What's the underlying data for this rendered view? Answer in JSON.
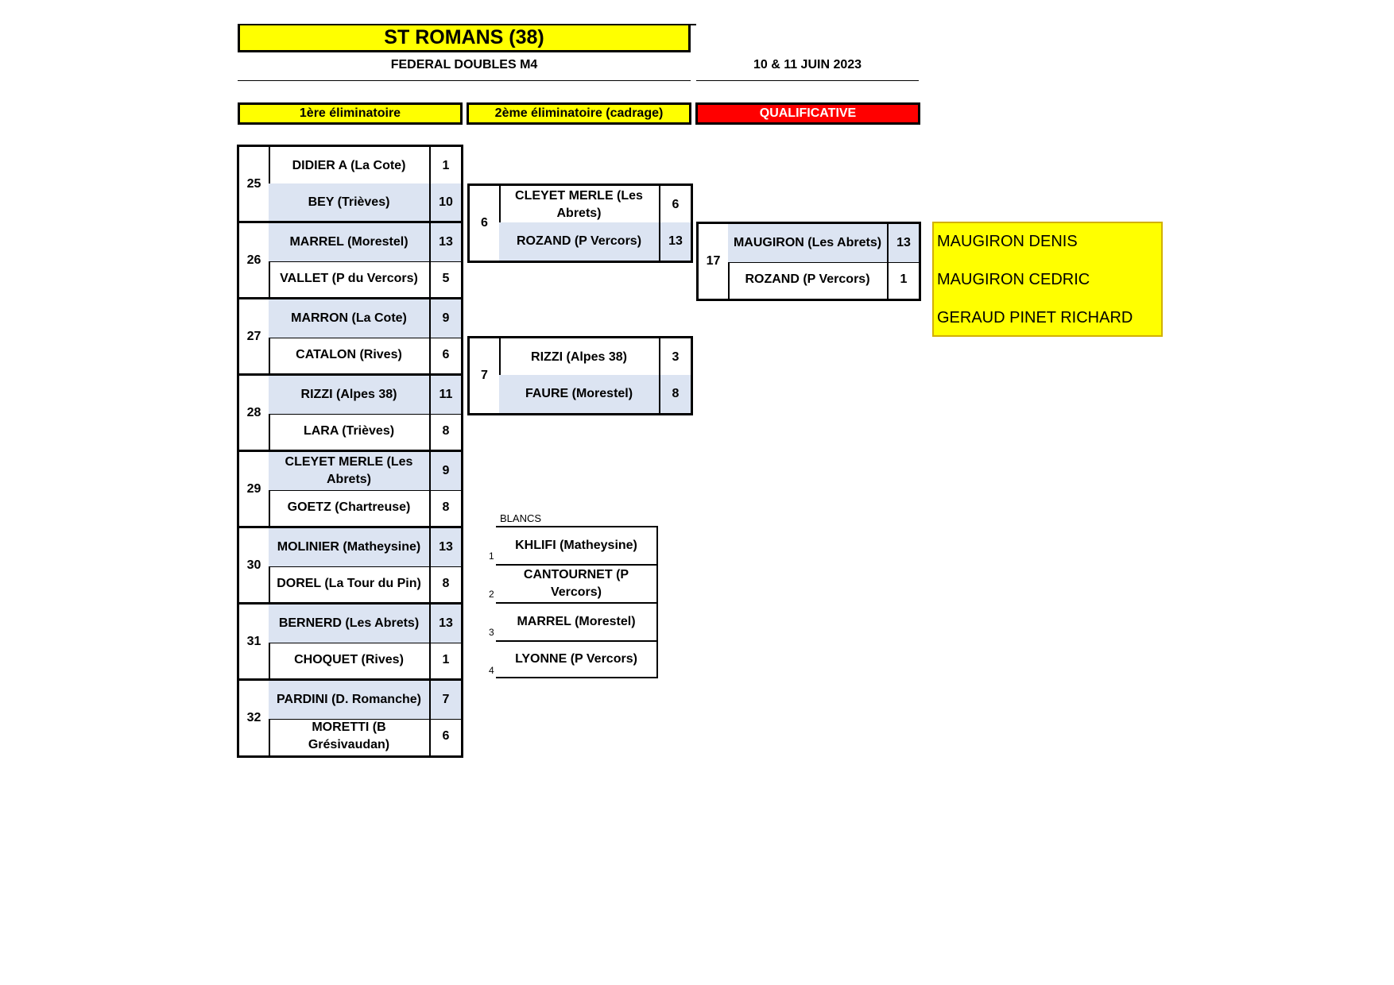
{
  "header": {
    "title": "ST ROMANS (38)",
    "competition": "FEDERAL DOUBLES M4",
    "date": "10 & 11 JUIN 2023"
  },
  "phases": [
    "1ère éliminatoire",
    "2ème éliminatoire (cadrage)",
    "QUALIFICATIVE"
  ],
  "round1": [
    {
      "num": "25",
      "teams": [
        {
          "name": "DIDIER A (La Cote)",
          "score": "1"
        },
        {
          "name": "BEY (Trièves)",
          "score": "10"
        }
      ]
    },
    {
      "num": "26",
      "teams": [
        {
          "name": "MARREL (Morestel)",
          "score": "13"
        },
        {
          "name": "VALLET (P du Vercors)",
          "score": "5"
        }
      ]
    },
    {
      "num": "27",
      "teams": [
        {
          "name": "MARRON (La Cote)",
          "score": "9"
        },
        {
          "name": "CATALON (Rives)",
          "score": "6"
        }
      ]
    },
    {
      "num": "28",
      "teams": [
        {
          "name": "RIZZI (Alpes 38)",
          "score": "11"
        },
        {
          "name": "LARA (Trièves)",
          "score": "8"
        }
      ]
    },
    {
      "num": "29",
      "teams": [
        {
          "name": "CLEYET MERLE (Les Abrets)",
          "score": "9"
        },
        {
          "name": "GOETZ (Chartreuse)",
          "score": "8"
        }
      ]
    },
    {
      "num": "30",
      "teams": [
        {
          "name": "MOLINIER (Matheysine)",
          "score": "13"
        },
        {
          "name": "DOREL (La Tour du Pin)",
          "score": "8"
        }
      ]
    },
    {
      "num": "31",
      "teams": [
        {
          "name": "BERNERD (Les Abrets)",
          "score": "13"
        },
        {
          "name": "CHOQUET (Rives)",
          "score": "1"
        }
      ]
    },
    {
      "num": "32",
      "teams": [
        {
          "name": "PARDINI (D. Romanche)",
          "score": "7"
        },
        {
          "name": "MORETTI (B Grésivaudan)",
          "score": "6"
        }
      ]
    }
  ],
  "round2": [
    {
      "num": "6",
      "teams": [
        {
          "name": "CLEYET MERLE (Les Abrets)",
          "score": "6"
        },
        {
          "name": "ROZAND (P Vercors)",
          "score": "13"
        }
      ]
    },
    {
      "num": "7",
      "teams": [
        {
          "name": "RIZZI (Alpes 38)",
          "score": "3"
        },
        {
          "name": "FAURE (Morestel)",
          "score": "8"
        }
      ]
    }
  ],
  "qualif": [
    {
      "num": "17",
      "teams": [
        {
          "name": "MAUGIRON (Les Abrets)",
          "score": "13"
        },
        {
          "name": "ROZAND (P Vercors)",
          "score": "1"
        }
      ]
    }
  ],
  "blancs": {
    "label": "BLANCS",
    "items": [
      {
        "num": "1",
        "name": "KHLIFI (Matheysine)"
      },
      {
        "num": "2",
        "name": "CANTOURNET (P Vercors)"
      },
      {
        "num": "3",
        "name": "MARREL (Morestel)"
      },
      {
        "num": "4",
        "name": "LYONNE (P Vercors)"
      }
    ]
  },
  "winners": [
    "MAUGIRON DENIS",
    "MAUGIRON CEDRIC",
    "GERAUD PINET RICHARD"
  ],
  "colors": {
    "yellow": "#ffff00",
    "red": "#ff0000",
    "shade": "#dce4f2"
  }
}
